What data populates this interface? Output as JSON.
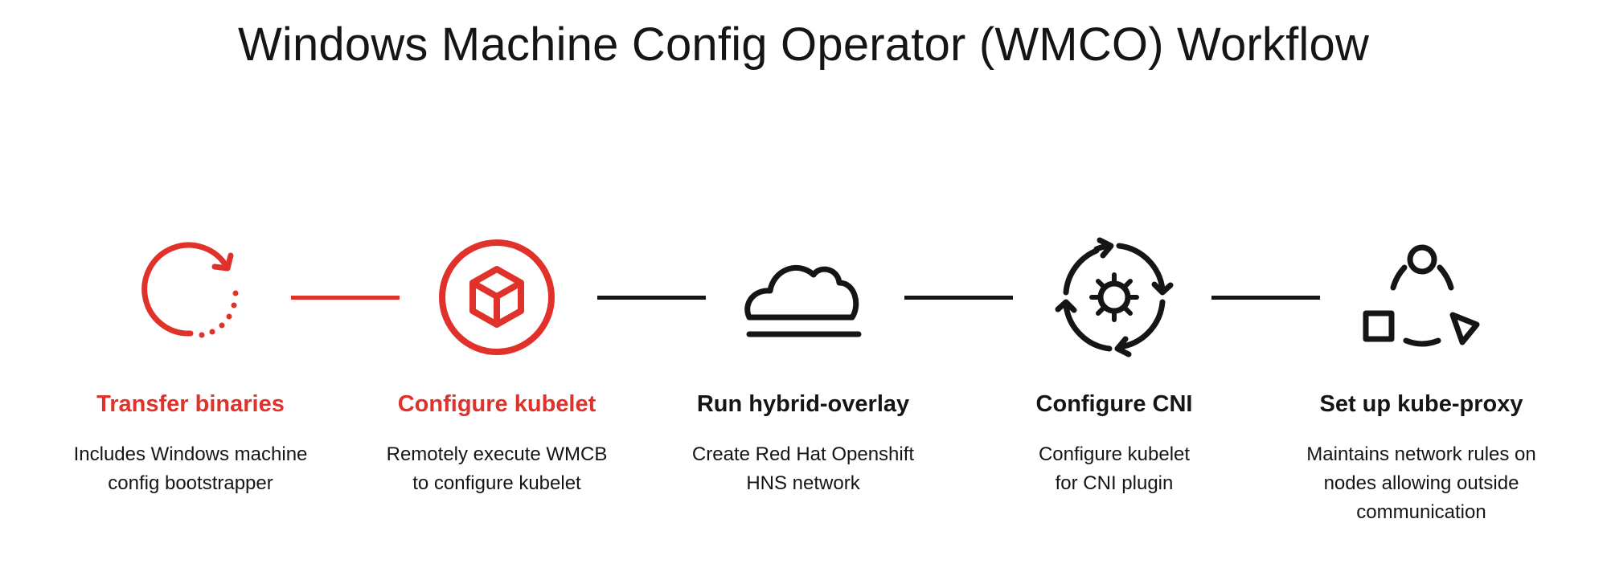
{
  "title": "Windows Machine Config Operator (WMCO) Workflow",
  "colors": {
    "accent": "#e0312a",
    "dark": "#151515"
  },
  "steps": [
    {
      "label": "Transfer binaries",
      "desc": [
        "Includes Windows machine",
        "config bootstrapper"
      ],
      "icon": "refresh-icon",
      "color": "#e0312a"
    },
    {
      "label": "Configure kubelet",
      "desc": [
        "Remotely execute WMCB",
        "to configure kubelet"
      ],
      "icon": "cube-icon",
      "color": "#e0312a"
    },
    {
      "label": "Run hybrid-overlay",
      "desc": [
        "Create Red Hat Openshift",
        "HNS network"
      ],
      "icon": "cloud-icon",
      "color": "#151515"
    },
    {
      "label": "Configure CNI",
      "desc": [
        "Configure kubelet",
        "for CNI plugin"
      ],
      "icon": "gear-cycle-icon",
      "color": "#151515"
    },
    {
      "label": "Set up kube-proxy",
      "desc": [
        "Maintains network rules on",
        "nodes allowing outside",
        "communication"
      ],
      "icon": "shapes-network-icon",
      "color": "#151515"
    }
  ]
}
